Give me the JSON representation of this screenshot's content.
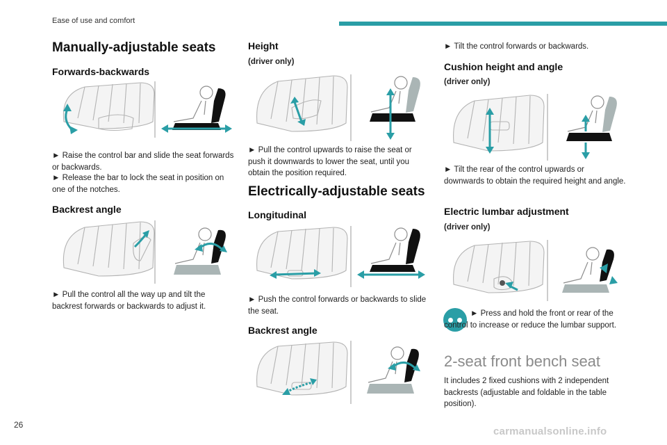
{
  "header": {
    "section": "Ease of use and comfort"
  },
  "page_number": "26",
  "watermark": "carmanualsonline.info",
  "col1": {
    "title": "Manually-adjustable seats",
    "fwd_heading": "Forwards-backwards",
    "fwd_text1": "► Raise the control bar and slide the seat forwards or backwards.",
    "fwd_text2": "► Release the bar to lock the seat in position on one of the notches.",
    "backrest_heading": "Backrest angle",
    "backrest_text": "► Pull the control all the way up and tilt the backrest forwards or backwards to adjust it."
  },
  "col2": {
    "height_heading": "Height",
    "height_sub": "(driver only)",
    "height_text": "► Pull the control upwards to raise the seat or push it downwards to lower the seat, until you obtain the position required.",
    "elec_title": "Electrically-adjustable seats",
    "long_heading": "Longitudinal",
    "long_text": "► Push the control forwards or backwards to slide the seat.",
    "backrest_heading": "Backrest angle"
  },
  "col3": {
    "tilt_text": "► Tilt the control forwards or backwards.",
    "cushion_heading": "Cushion height and angle",
    "cushion_sub": "(driver only)",
    "cushion_text": "► Tilt the rear of the control upwards or downwards to obtain the required height and angle.",
    "lumbar_heading": "Electric lumbar adjustment",
    "lumbar_sub": "(driver only)",
    "lumbar_text": "► Press and hold the front or rear of the control to increase or reduce the lumbar support.",
    "bench_title": "2-seat front bench seat",
    "bench_text": "It includes 2 fixed cushions with 2 independent backrests (adjustable and foldable in the table position)."
  },
  "icons": [
    "seat-control-icon",
    "person-seat-icon",
    "arrow-icon",
    "lumbar-badge-icon"
  ]
}
